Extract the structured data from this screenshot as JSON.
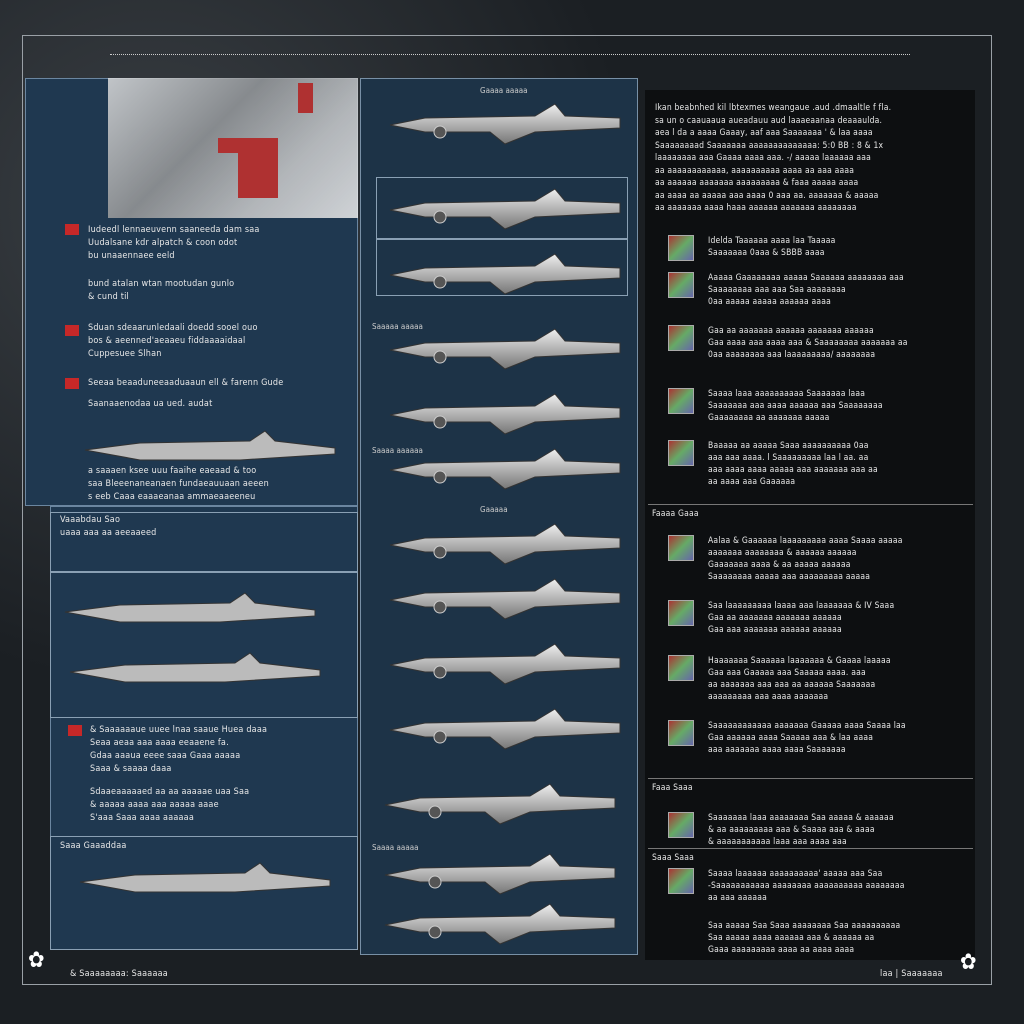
{
  "header": {
    "line": "..................................."
  },
  "left": {
    "blocks": [
      {
        "text": "Iudeedl lennaeuvenn saaneeda dam saa\nUudalsane kdr alpatch & coon odot\nbu unaaennaee eeld"
      },
      {
        "text": "bund atalan wtan   mootudan gunlo\n& cund til"
      },
      {
        "text": "Sduan sdeaarunledaali doedd sooel ouo\nbos & aeenned'aeaaeu fiddaaaaidaal\nCuppesuee Slhan"
      },
      {
        "text": "Seeaa beaaduneeaaduaaun ell & farenn Gude"
      },
      {
        "text": "Saanaaenodaa ua ued. audat"
      },
      {
        "text": "a saaaen ksee uuu faaihe eaeaad & too\nsaa Bleeenaneanaen fundaeauuaan aeeen\ns eeb Caaa eaaaeanaa ammaeaaeeneu"
      },
      {
        "text": "Vaaabdau Sao\nuaaa aaa aa aeeaaeed"
      },
      {
        "text": "& Saaaaaaue uuee lnaa saaue Huea daaa\nSeaa aeaa aaa aaaa eeaaene fa.\nGdaa aaaua eeee saaa Gaaa aaaaa\nSaaa & saaaa daaa"
      },
      {
        "text": "Sdaaeaaaaaed aa aa aaaaae uaa Saa\n& aaaaa aaaa aaa aaaaa aaae\nS'aaa Saaa aaaa aaaaaa"
      },
      {
        "text": "Saaa Gaaaddaa"
      }
    ]
  },
  "middle": {
    "captions": [
      "Gaaaa aaaaa",
      "Gaaaaa",
      "Saaaa aaaaaa",
      "Saaaaa aaaaa",
      "Saaaa aaaaa"
    ]
  },
  "right": {
    "intro": "Ikan beabnhed kil lbtexmes  weangaue .aud .dmaaltle f fla.\nsa un o caauaaua aueadauu aud laaaeaanaa deaaaulda.\naea l da a aaaa Gaaay, aaf aaa Saaaaaaa ' & laa aaaa\nSaaaaaaaad Saaaaaaa aaaaaaaaaaaaaa: 5:0 BB : 8 & 1x\nlaaaaaaaa aaa Gaaaa aaaa aaa.  -/ aaaaa laaaaaa aaa\naa aaaaaaaaaaaa, aaaaaaaaaa aaaa aa aaa aaaa\naa aaaaaa aaaaaaa aaaaaaaaa & faaa aaaaa aaaa\naa aaaa aa aaaaa aaa aaaa 0 aaa aa. aaaaaaa & aaaaa\naa aaaaaaa aaaa haaa aaaaaa aaaaaaa aaaaaaaa",
    "items": [
      "Idelda Taaaaaa aaaa laa Taaaaa\nSaaaaaaa 0aaa & SBBB aaaa",
      "Aaaaa Gaaaaaaaa aaaaa Saaaaaa aaaaaaaa aaa\nSaaaaaaaa aaa aaa Saa aaaaaaaa\n0aa aaaaa aaaaa aaaaaa aaaa",
      "Gaa aa aaaaaaa aaaaaa aaaaaaa aaaaaa\nGaa aaaa aaa aaaa aaa & Saaaaaaaa aaaaaaa aa\n0aa aaaaaaaa aaa laaaaaaaaa/ aaaaaaaa",
      "Saaaa laaa aaaaaaaaaa Saaaaaaa laaa\nSaaaaaaa aaa aaaa aaaaaa aaa Saaaaaaaa\nGaaaaaaaa aa aaaaaaa aaaaa",
      "Baaaaa aa aaaaa Saaa aaaaaaaaaa 0aa\naaa aaa aaaa. l Saaaaaaaaa laa l aa. aa\naaa aaaa aaaa aaaaa aaa aaaaaaa aaa aa\naa aaaa aaa Gaaaaaa",
      "Faaaa Gaaa",
      "Aalaa & Gaaaaaa laaaaaaaaa aaaa Saaaa aaaaa\naaaaaaa aaaaaaaa & aaaaaa aaaaaa\nGaaaaaaa aaaa & aa aaaaa aaaaaa\nSaaaaaaaa aaaaa aaa aaaaaaaaa aaaaa",
      "Saa laaaaaaaaa laaaa aaa laaaaaaa & IV Saaa\nGaa aa aaaaaaa aaaaaaa aaaaaa\nGaa aaa aaaaaaa aaaaaa aaaaaa",
      "Haaaaaaa Saaaaaa laaaaaaa & Gaaaa laaaaa\nGaa aaa Gaaaaa aaa Saaaaa aaaa. aaa\naa aaaaaaa aaa aaa aa aaaaaa Saaaaaaa\naaaaaaaaa aaa aaaa aaaaaaa",
      "Saaaaaaaaaaaa aaaaaaa Gaaaaa aaaa Saaaa laa\nGaa aaaaaa aaaa Saaaaa aaa & laa aaaa\naaa aaaaaaa aaaa aaaa Saaaaaaa",
      "Faaa Saaa",
      "Saaaaaaa laaa aaaaaaaa Saa aaaaa & aaaaaa\n& aa aaaaaaaaa aaa & Saaaa aaa & aaaa\n& aaaaaaaaaaa laaa aaa aaaa aaa",
      "Saaa Saaa",
      "Saaaa laaaaaa aaaaaaaaaa' aaaaa aaa Saa\n-Saaaaaaaaaaa aaaaaaaa aaaaaaaaaa aaaaaaaa\naa aaa aaaaaa",
      "Saa aaaaa Saa Saaa aaaaaaaa Saa aaaaaaaaaa\nSaa aaaaa aaaa aaaaaa aaa & aaaaaa aa\nGaaa aaaaaaaaa aaaa aa aaaa aaaa"
    ]
  },
  "footer": {
    "left": "& Saaaaaaaa: Saaaaaa",
    "right": "laa | Saaaaaaa"
  },
  "colors": {
    "panel": "#1f3850",
    "accent": "#c62828",
    "right_panel": "#0d0f11"
  }
}
